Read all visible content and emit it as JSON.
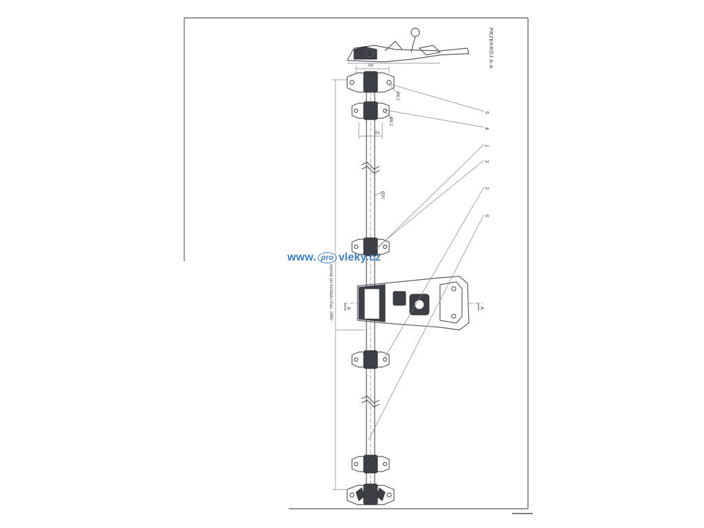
{
  "drawing": {
    "section_title": "PRZEKRÓJ A-A",
    "section_mark": "A",
    "dim_width": "64",
    "dim_hole_1": "Ø8.2",
    "dim_hole_2": "Ø8.2",
    "dim_spacing": "61",
    "dim_rod_diameter": "Ø20",
    "dim_length_note": "wymiar po montażu max. 1680",
    "callouts": [
      "5",
      "4",
      "1",
      "3",
      "2",
      "6"
    ]
  },
  "watermark": {
    "prefix": "www.",
    "badge": "pro",
    "suffix": "vleky.cz"
  }
}
